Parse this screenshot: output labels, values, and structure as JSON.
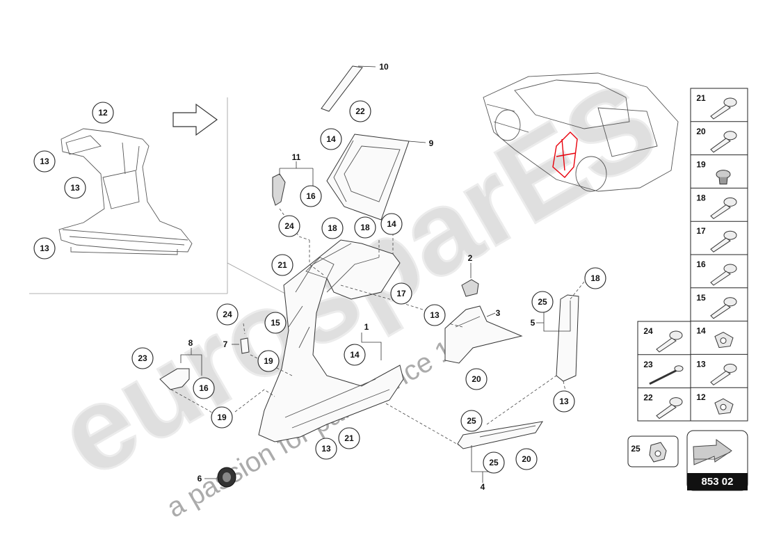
{
  "watermark": {
    "brand": "eurosparES",
    "slogan": "a passion for parts since 1985"
  },
  "main_callouts": [
    {
      "id": "c12a",
      "label": "12"
    },
    {
      "id": "c13a",
      "label": "13"
    },
    {
      "id": "c13b",
      "label": "13"
    },
    {
      "id": "c13c",
      "label": "13"
    },
    {
      "id": "c22",
      "label": "22"
    },
    {
      "id": "c14a",
      "label": "14"
    },
    {
      "id": "c16a",
      "label": "16"
    },
    {
      "id": "c24a",
      "label": "24"
    },
    {
      "id": "c18a",
      "label": "18"
    },
    {
      "id": "c18b",
      "label": "18"
    },
    {
      "id": "c14b",
      "label": "14"
    },
    {
      "id": "c21a",
      "label": "21"
    },
    {
      "id": "c17",
      "label": "17"
    },
    {
      "id": "c13d",
      "label": "13"
    },
    {
      "id": "c25a",
      "label": "25"
    },
    {
      "id": "c18c",
      "label": "18"
    },
    {
      "id": "c24b",
      "label": "24"
    },
    {
      "id": "c15",
      "label": "15"
    },
    {
      "id": "c19a",
      "label": "19"
    },
    {
      "id": "c23",
      "label": "23"
    },
    {
      "id": "c16b",
      "label": "16"
    },
    {
      "id": "c14c",
      "label": "14"
    },
    {
      "id": "c20a",
      "label": "20"
    },
    {
      "id": "c19b",
      "label": "19"
    },
    {
      "id": "c13e",
      "label": "13"
    },
    {
      "id": "c21b",
      "label": "21"
    },
    {
      "id": "c13f",
      "label": "13"
    },
    {
      "id": "c25b",
      "label": "25"
    },
    {
      "id": "c25c",
      "label": "25"
    },
    {
      "id": "c20b",
      "label": "20"
    }
  ],
  "plain_labels": [
    {
      "id": "p10",
      "label": "10"
    },
    {
      "id": "p9",
      "label": "9"
    },
    {
      "id": "p11",
      "label": "11"
    },
    {
      "id": "p2",
      "label": "2"
    },
    {
      "id": "p3",
      "label": "3"
    },
    {
      "id": "p1",
      "label": "1"
    },
    {
      "id": "p5",
      "label": "5"
    },
    {
      "id": "p7",
      "label": "7"
    },
    {
      "id": "p8",
      "label": "8"
    },
    {
      "id": "p6",
      "label": "6"
    },
    {
      "id": "p4",
      "label": "4"
    }
  ],
  "fastener_panel": {
    "right_column": [
      "21",
      "20",
      "19",
      "18",
      "17",
      "16",
      "15",
      "14",
      "13",
      "12"
    ],
    "left_column": [
      "24",
      "23",
      "22"
    ],
    "extra": "25"
  },
  "ref_box": {
    "label": "853 02"
  }
}
